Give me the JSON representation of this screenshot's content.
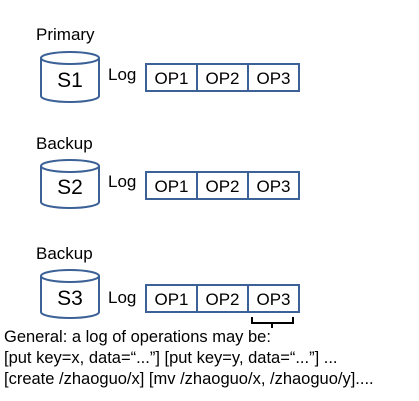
{
  "colors": {
    "stroke": "#3b6196",
    "background": "#ffffff",
    "text": "#000000"
  },
  "log_label": "Log",
  "servers": [
    {
      "role": "Primary",
      "name": "S1",
      "ops": [
        "OP1",
        "OP2",
        "OP3"
      ]
    },
    {
      "role": "Backup",
      "name": "S2",
      "ops": [
        "OP1",
        "OP2",
        "OP3"
      ]
    },
    {
      "role": "Backup",
      "name": "S3",
      "ops": [
        "OP1",
        "OP2",
        "OP3"
      ]
    }
  ],
  "footer": {
    "line1": "General: a log of operations may be:",
    "line2": "[put key=x, data=“...”] [put key=y, data=“...”] ...",
    "line3": "[create /zhaoguo/x] [mv /zhaoguo/x, /zhaoguo/y]...."
  }
}
